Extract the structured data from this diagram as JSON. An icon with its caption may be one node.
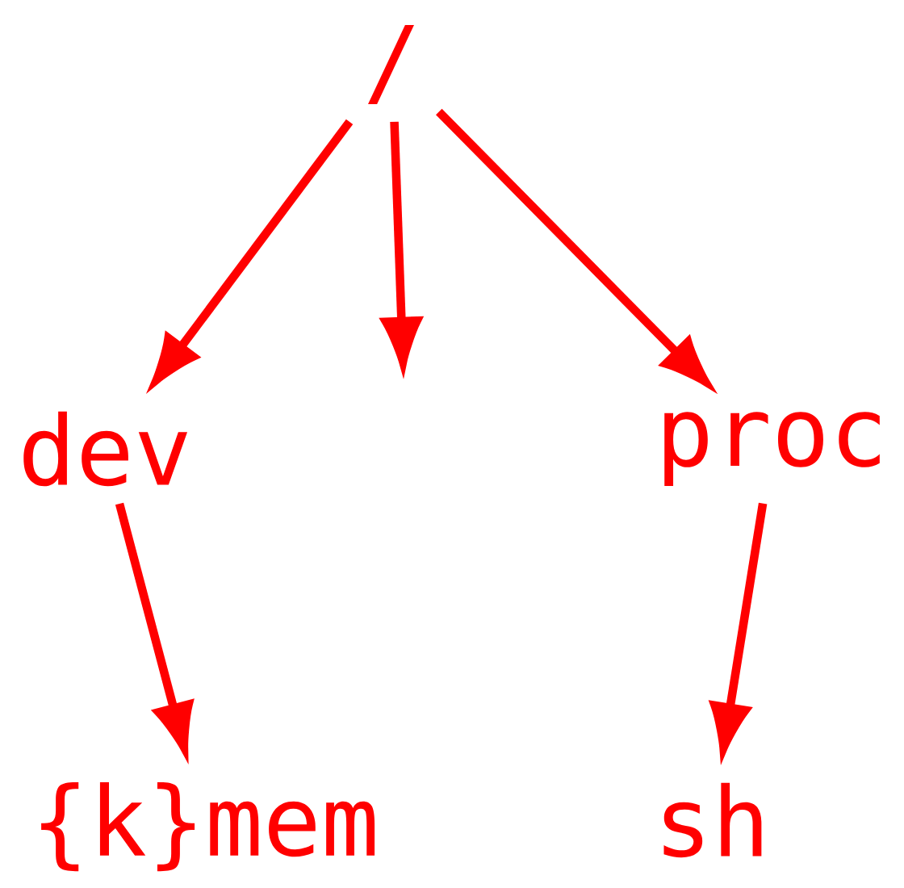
{
  "diagram": {
    "nodes": [
      {
        "text": [
          "/"
        ]
      },
      {
        "text": [
          "dev"
        ]
      },
      {
        "text": [
          "proc"
        ]
      },
      {
        "text": [
          "{k}mem"
        ]
      },
      {
        "text": [
          "sh"
        ]
      }
    ],
    "edges": [
      {
        "from": 0,
        "to": 1,
        "arrow": "to"
      },
      {
        "from": 0,
        "to": null,
        "arrow": "to"
      },
      {
        "from": 0,
        "to": 2,
        "arrow": "to"
      },
      {
        "from": 1,
        "to": 3,
        "arrow": "to"
      },
      {
        "from": 2,
        "to": 4,
        "arrow": "to"
      }
    ]
  }
}
